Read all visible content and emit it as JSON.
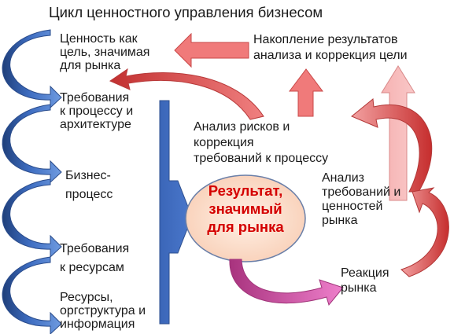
{
  "title": "Цикл ценностного управления бизнесом",
  "left_chain": {
    "value": "Ценность как\nцель, значимая\nдля рынка",
    "process_req": "Требования\nк процессу и\nархитектуре",
    "business_process": "Бизнес-\nпроцесс",
    "resource_req": "Требования\nк ресурсам",
    "resources": "Ресурсы,\nоргструктура и\nинформация"
  },
  "center": {
    "result": "Результат,\nзначимый\nдля рынка"
  },
  "right_side": {
    "accumulation": "Накопление результатов\nанализа и коррекция цели",
    "risk_analysis": "Анализ рисков и\nкоррекция\nтребований к процессу",
    "requirements_analysis": "Анализ\nтребований и\nценностей\nрынка",
    "market_reaction": "Реакция\nрынка"
  },
  "colors": {
    "blue": "#4472c4",
    "blue_dark": "#2e4f8f",
    "red": "#e85a5a",
    "red_light": "#f4a6a6",
    "magenta": "#d864b4",
    "ellipse_fill": "#fde2d2",
    "result_text": "#d40000"
  }
}
